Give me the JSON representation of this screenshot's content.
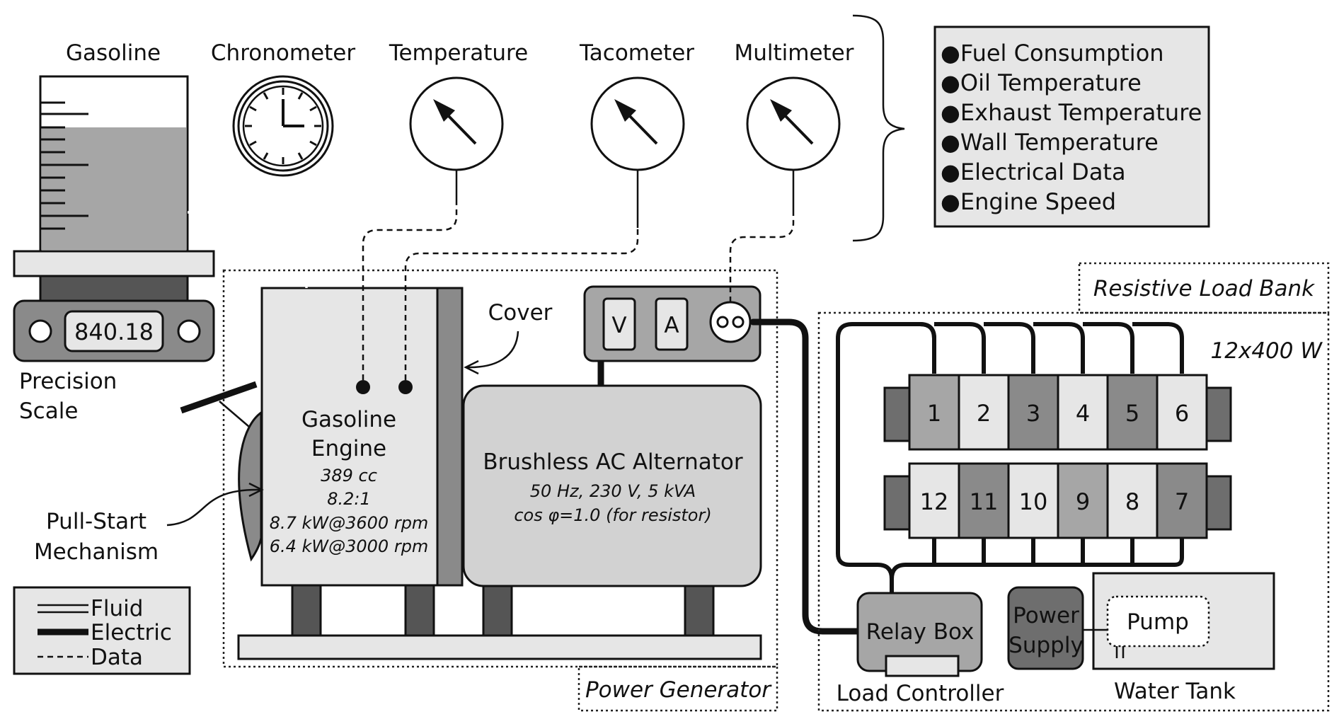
{
  "colors": {
    "light": "#e6e6e6",
    "mid": "#a6a6a6",
    "dark": "#6e6e6e",
    "darker": "#555555",
    "outline": "#111111"
  },
  "instruments": {
    "gasoline": "Gasoline",
    "chronometer": "Chronometer",
    "temperature": "Temperature",
    "tacometer": "Tacometer",
    "multimeter": "Multimeter"
  },
  "measurements": [
    "●Fuel Consumption",
    "●Oil Temperature",
    "●Exhaust Temperature",
    "●Wall Temperature",
    "●Electrical Data",
    "●Engine Speed"
  ],
  "scale": {
    "reading": "840.18",
    "label_line1": "Precision",
    "label_line2": "Scale"
  },
  "engine": {
    "title_line1": "Gasoline",
    "title_line2": "Engine",
    "specs": [
      "389 cc",
      "8.2:1",
      "8.7 kW@3600 rpm",
      "6.4 kW@3000 rpm"
    ]
  },
  "cover_label": "Cover",
  "pull_start": {
    "line1": "Pull-Start",
    "line2": "Mechanism"
  },
  "alternator": {
    "title": "Brushless AC Alternator",
    "spec1": "50 Hz, 230 V, 5 kVA",
    "spec2": "cos φ=1.0 (for resistor)"
  },
  "meter_panel": {
    "volt": "V",
    "amp": "A"
  },
  "power_generator_label": "Power Generator",
  "load_bank": {
    "label": "Resistive Load Bank",
    "rating": "12x400 W",
    "top_row": [
      "1",
      "2",
      "3",
      "4",
      "5",
      "6"
    ],
    "bottom_row": [
      "12",
      "11",
      "10",
      "9",
      "8",
      "7"
    ]
  },
  "relay_box": "Relay Box",
  "load_controller": "Load Controller",
  "power_supply": {
    "line1": "Power",
    "line2": "Supply"
  },
  "pump": "Pump",
  "water_tank": "Water Tank",
  "legend": {
    "fluid": "Fluid",
    "electric": "Electric",
    "data": "Data"
  }
}
